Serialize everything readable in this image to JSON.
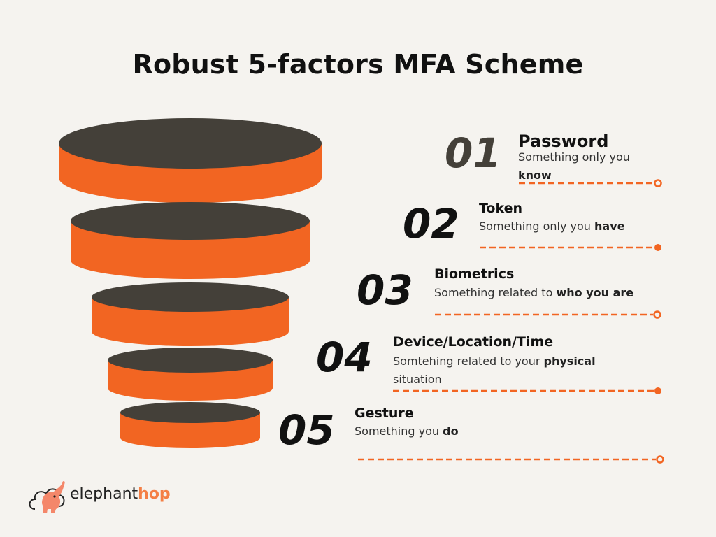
{
  "title": "Robust 5-factors MFA Scheme",
  "colors": {
    "accent": "#f26522",
    "disc_top": "#444039",
    "background": "#f5f3ef",
    "logo_accent": "#f47f45"
  },
  "steps": [
    {
      "number": "01",
      "label": "Password",
      "desc_plain": "Something only you ",
      "desc_bold": "know",
      "desc_after": "",
      "leader_end": "open-circle"
    },
    {
      "number": "02",
      "label": "Token",
      "desc_plain": "Something only you ",
      "desc_bold": "have",
      "desc_after": "",
      "leader_end": "filled-circle"
    },
    {
      "number": "03",
      "label": "Biometrics",
      "desc_plain": "Something related to ",
      "desc_bold": "who you are",
      "desc_after": "",
      "leader_end": "open-circle"
    },
    {
      "number": "04",
      "label": "Device/Location/Time",
      "desc_plain": "Somtehing related to your ",
      "desc_bold": "physical",
      "desc_after": " situation",
      "leader_end": "filled-circle"
    },
    {
      "number": "05",
      "label": "Gesture",
      "desc_plain": "Something you ",
      "desc_bold": "do",
      "desc_after": "",
      "leader_end": "open-circle"
    }
  ],
  "logo": {
    "part1": "elephant",
    "part2": "hop",
    "icon": "elephant-cloud-icon"
  }
}
